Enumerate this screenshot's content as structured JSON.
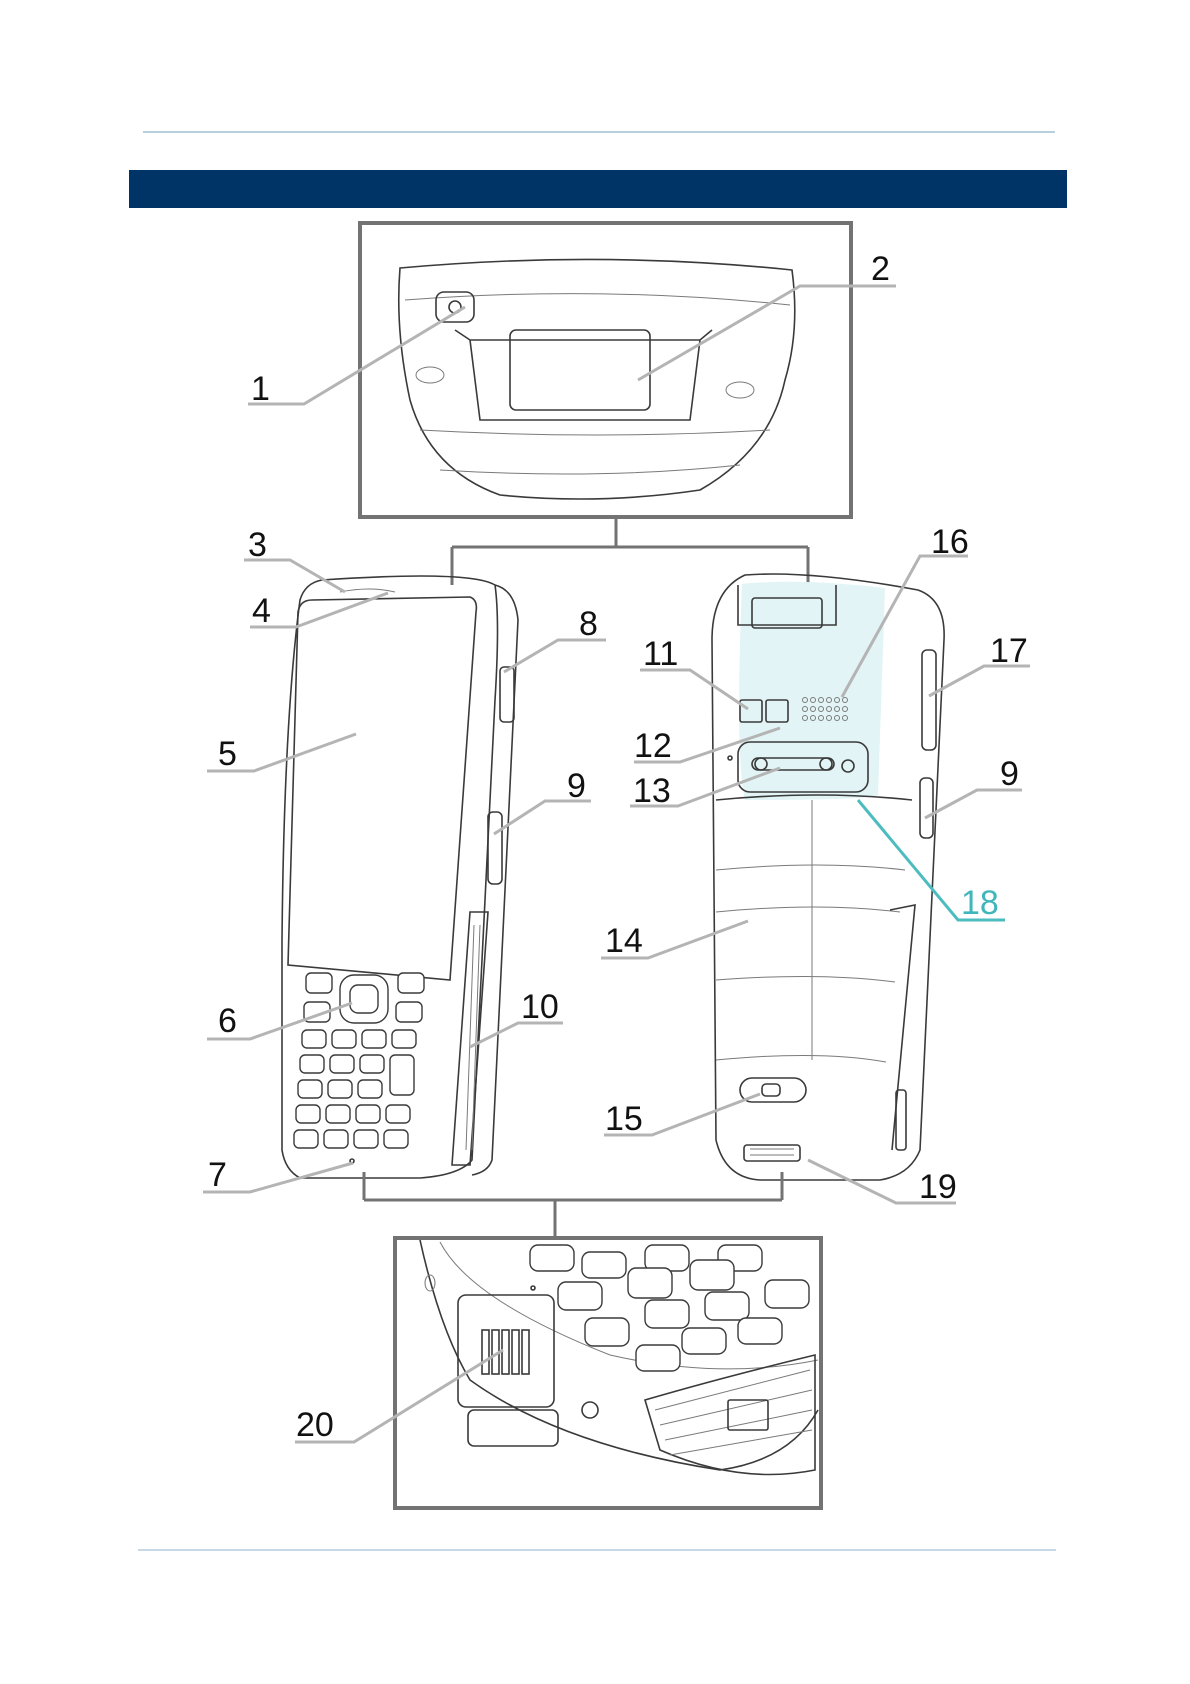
{
  "header": {
    "band_color": "#003366",
    "rule_color": "#b7d0dc"
  },
  "figure": {
    "callouts": [
      "1",
      "2",
      "3",
      "4",
      "5",
      "6",
      "7",
      "8",
      "9",
      "10",
      "11",
      "12",
      "13",
      "14",
      "15",
      "16",
      "17",
      "9",
      "18",
      "19",
      "20"
    ],
    "accent_color": "#4cbcbf"
  }
}
